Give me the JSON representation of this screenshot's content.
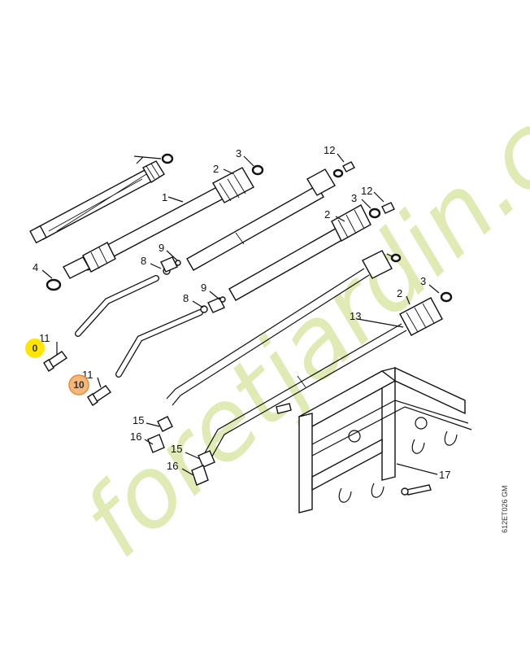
{
  "diagram": {
    "figure_code": "612ET026 GM",
    "watermark": "foretjardin.com",
    "labels": {
      "l1": "1",
      "l2a": "2",
      "l2b": "2",
      "l2c": "2",
      "l3a": "3",
      "l3b": "3",
      "l3c": "3",
      "l4": "4",
      "l8a": "8",
      "l8b": "8",
      "l9a": "9",
      "l9b": "9",
      "l11a": "11",
      "l11b": "11",
      "l12a": "12",
      "l12b": "12",
      "l13": "13",
      "l15a": "15",
      "l15b": "15",
      "l16a": "16",
      "l16b": "16",
      "l17": "17"
    },
    "badges": {
      "b0": {
        "text": "0",
        "color": "#ffe600"
      },
      "b10": {
        "text": "10",
        "color": "#f5b77a"
      }
    },
    "watermark_colors": [
      "#c8d978",
      "#f2a86a",
      "#c8d978"
    ]
  }
}
